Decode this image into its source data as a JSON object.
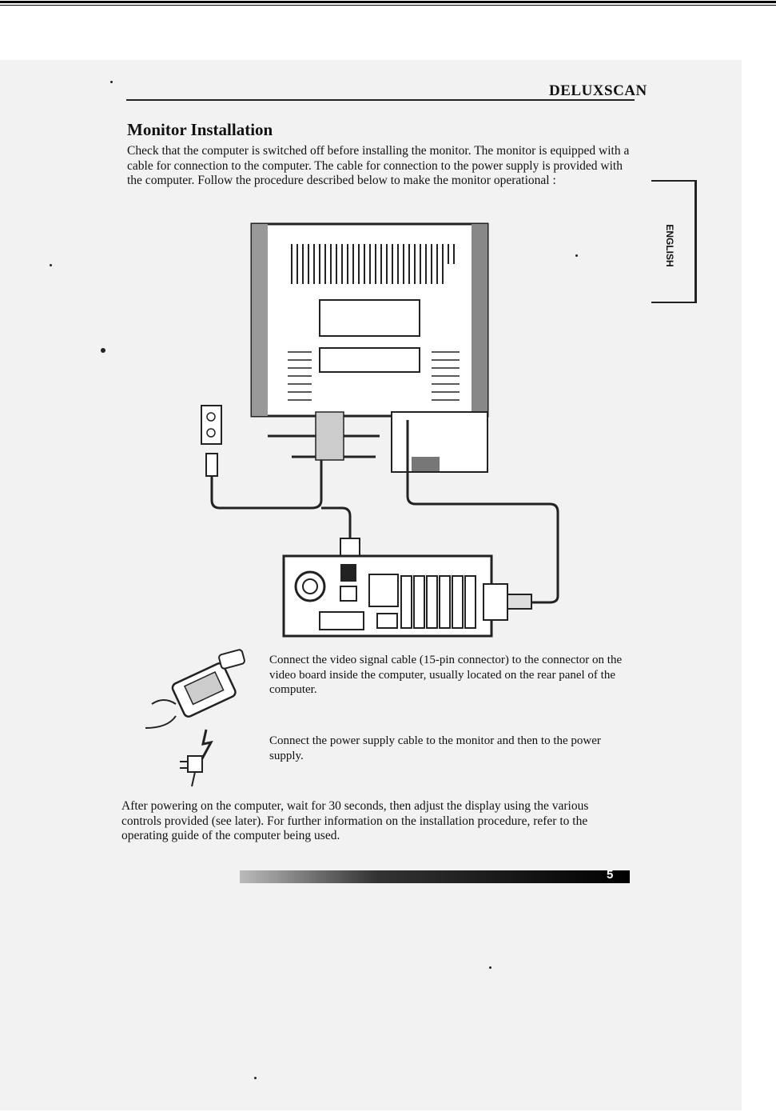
{
  "header": {
    "brand": "DELUXSCAN",
    "tab_label": "ENGLISH"
  },
  "section": {
    "title": "Monitor Installation",
    "intro": "Check that the computer is switched off before installing the monitor. The monitor is equipped with a cable for connection to the computer.  The cable for connection to the power supply is provided with the computer.  Follow the procedure described below to make the monitor operational :"
  },
  "steps": [
    {
      "text": "Connect the video signal cable (15-pin connector) to the connector on the video board inside the computer, usually located on the rear panel of the computer.",
      "icon": "vga-connector-icon"
    },
    {
      "text": "Connect the power supply cable to the monitor and then to the power supply.",
      "icon": "power-plug-icon"
    }
  ],
  "closing": "After powering on the computer, wait for 30 seconds, then adjust the display using the various controls provided (see later). For further information on the installation procedure, refer to the operating guide of the computer being used.",
  "footer": {
    "page_number": "5"
  },
  "colors": {
    "ink": "#111111",
    "scan_background": "#f2f2f2"
  }
}
